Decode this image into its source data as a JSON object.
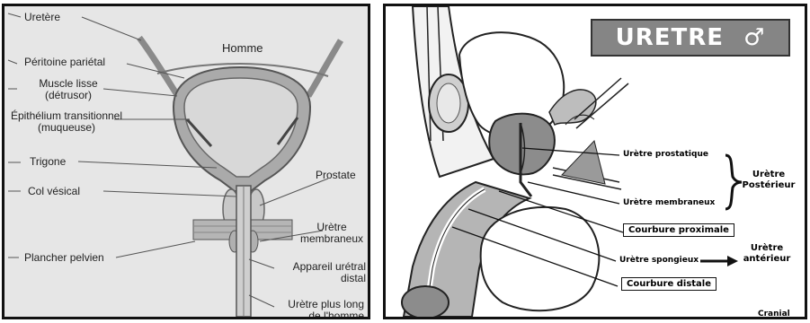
{
  "left": {
    "title": "Homme",
    "labels": {
      "uretere": "Uretère",
      "peritoine": "Péritoine pariétal",
      "muscle_1": "Muscle lisse",
      "muscle_2": "(détrusor)",
      "epithelium_1": "Épithélium transitionnel",
      "epithelium_2": "(muqueuse)",
      "trigone": "Trigone",
      "col": "Col vésical",
      "plancher": "Plancher pelvien",
      "prostate": "Prostate",
      "membraneux_1": "Urètre",
      "membraneux_2": "membraneux",
      "appareil_1": "Appareil urétral",
      "appareil_2": "distal",
      "long_1": "Urètre plus long",
      "long_2": "de l'homme"
    }
  },
  "right": {
    "title": "URETRE",
    "title_symbol": "♂",
    "labels": {
      "prostatique": "Urètre prostatique",
      "membraneux": "Urètre membraneux",
      "posterieur_1": "Urètre",
      "posterieur_2": "Postérieur",
      "courbure_proximale": "Courbure proximale",
      "spongieux": "Urètre spongieux",
      "anterieur_1": "Urètre",
      "anterieur_2": "antérieur",
      "courbure_distale": "Courbure distale",
      "cranial": "Cranial"
    }
  }
}
